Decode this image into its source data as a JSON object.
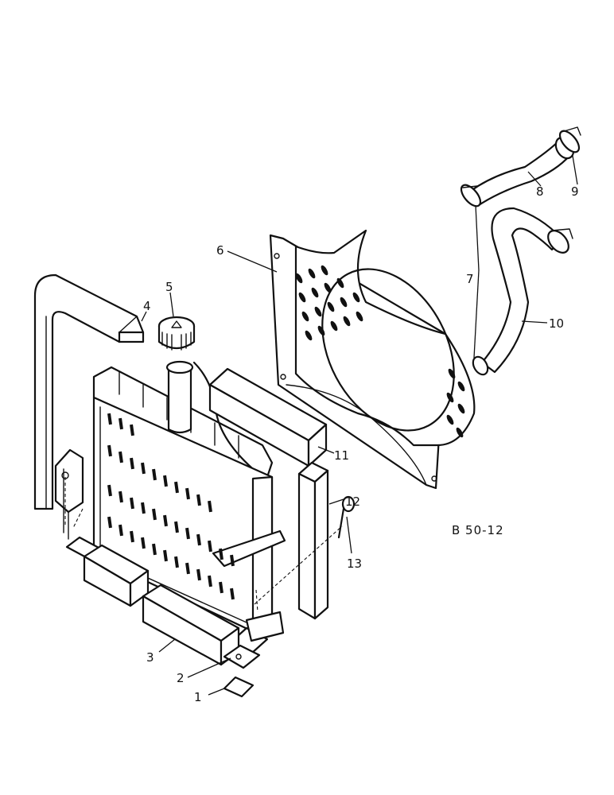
{
  "drawing_ref": "B 50-12",
  "callouts": {
    "c1": "1",
    "c2": "2",
    "c3": "3",
    "c4": "4",
    "c5": "5",
    "c6": "6",
    "c7": "7",
    "c8": "8",
    "c9": "9",
    "c10": "10",
    "c11": "11",
    "c12": "12",
    "c13": "13"
  }
}
